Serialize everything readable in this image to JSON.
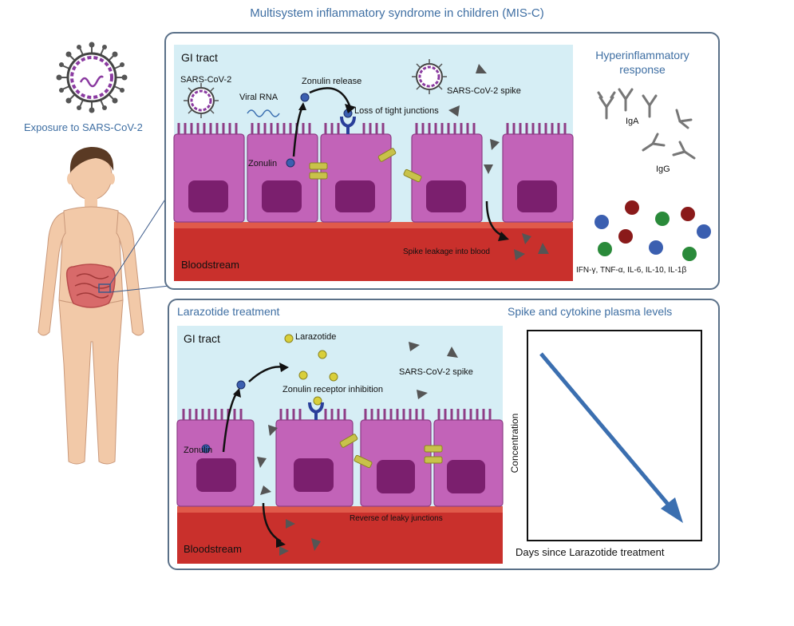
{
  "title": "Multisystem inflammatory syndrome in children (MIS-C)",
  "exposure_label": "Exposure to SARS-CoV-2",
  "top_panel": {
    "gi_tract": "GI tract",
    "sars_cov2": "SARS-CoV-2",
    "viral_rna": "Viral RNA",
    "zonulin_release": "Zonulin release",
    "loss_tight_junctions": "Loss of tight junctions",
    "spike": "SARS-CoV-2 spike",
    "zonulin": "Zonulin",
    "spike_leakage": "Spike leakage into blood",
    "bloodstream": "Bloodstream",
    "hyperinflammatory_line1": "Hyperinflammatory",
    "hyperinflammatory_line2": "response",
    "iga": "IgA",
    "igg": "IgG",
    "cytokines": "IFN-γ, TNF-α, IL-6, IL-10, IL-1β"
  },
  "bottom_panel": {
    "heading": "Larazotide treatment",
    "gi_tract": "GI tract",
    "larazotide": "Larazotide",
    "receptor_inhibition": "Zonulin receptor inhibition",
    "spike": "SARS-CoV-2 spike",
    "zonulin": "Zonulin",
    "reverse_junctions": "Reverse of leaky junctions",
    "bloodstream": "Bloodstream",
    "plot_heading": "Spike and cytokine plasma levels",
    "y_axis": "Concentration",
    "x_axis": "Days since Larazotide treatment"
  },
  "colors": {
    "accent_blue": "#3f6fa3",
    "cell_purple": "#c263b8",
    "nucleus": "#7b1f6e",
    "blood": "#c9302c",
    "lumen": "#d6eef5",
    "arrow_blue": "#3b6fb0"
  }
}
